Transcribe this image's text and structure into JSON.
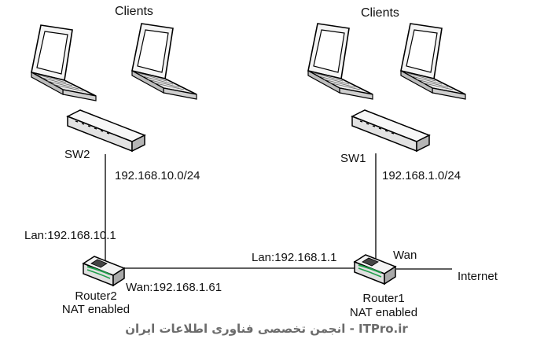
{
  "labels": {
    "clients_left": "Clients",
    "clients_right": "Clients",
    "sw2": "SW2",
    "sw1": "SW1",
    "subnet_left": "192.168.10.0/24",
    "subnet_right": "192.168.1.0/24",
    "lan_left": "Lan:192.168.10.1",
    "lan_right": "Lan:192.168.1.1",
    "wan_right": "Wan",
    "wan_left": "Wan:192.168.1.61",
    "internet": "Internet",
    "router2_name": "Router2",
    "router2_nat": "NAT enabled",
    "router1_name": "Router1",
    "router1_nat": "NAT enabled"
  },
  "watermark": "ITPro.ir - انجمن تخصصی فناوری اطلاعات ایران"
}
